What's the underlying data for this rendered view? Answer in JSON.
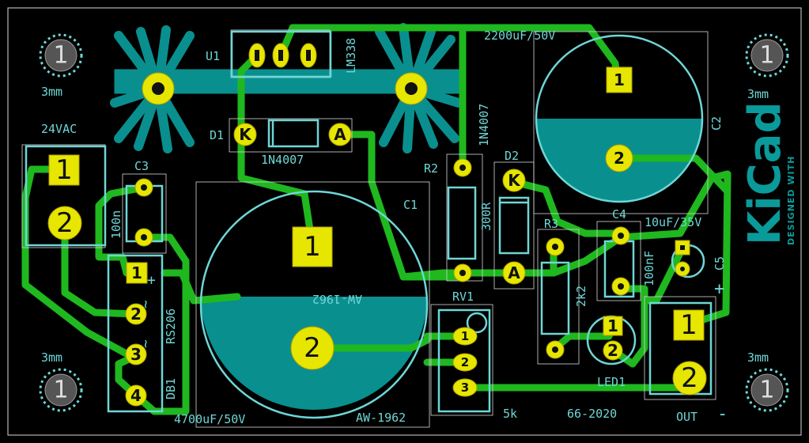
{
  "board": {
    "logo_text": "KiCad",
    "logo_subtext": "DESIGNED WITH"
  },
  "holes": {
    "label": "3mm",
    "pin": "1"
  },
  "components": {
    "u1": {
      "ref": "U1",
      "value": "LM338"
    },
    "d1": {
      "ref": "D1",
      "value": "1N4007",
      "pin_k": "K",
      "pin_a": "A"
    },
    "d2": {
      "ref": "D2",
      "value": "1N4007",
      "pin_k": "K",
      "pin_a": "A"
    },
    "c1": {
      "ref": "C1",
      "value": "4700uF/50V",
      "pin1": "1",
      "pin2": "2",
      "mirrored_text": "AW-1962"
    },
    "c2": {
      "ref": "C2",
      "value": "2200uF/50V",
      "pin1": "1",
      "pin2": "2"
    },
    "c3": {
      "ref": "C3",
      "value": "100n"
    },
    "c4": {
      "ref": "C4",
      "value": "100nF"
    },
    "c5": {
      "ref": "C5",
      "value": "10uF/35V",
      "plus": "+"
    },
    "r2": {
      "ref": "R2",
      "value": "300R"
    },
    "r3": {
      "ref": "R3",
      "value": "2k2"
    },
    "rv1": {
      "ref": "RV1",
      "value": "5k",
      "pins": [
        "1",
        "2",
        "3"
      ]
    },
    "db1": {
      "ref": "DB1",
      "value": "RS206",
      "pins": [
        "1",
        "2",
        "3",
        "4"
      ],
      "marks": [
        "+",
        "~",
        "~"
      ]
    },
    "led1": {
      "ref": "LED1",
      "pins": [
        "1",
        "2"
      ]
    },
    "j_in": {
      "label": "24VAC",
      "pins": [
        "1",
        "2"
      ]
    },
    "j_out": {
      "label": "OUT",
      "minus": "-",
      "plus": "+",
      "pins": [
        "1",
        "2"
      ]
    }
  },
  "credits": {
    "left": "AW-1962",
    "right": "66-2020"
  },
  "colors": {
    "background": "#000000",
    "copper": "#1fb81f",
    "pad": "#e6e600",
    "silkscreen": "#6fd6d6",
    "zone": "#0a8f8f",
    "hole": "#555555"
  }
}
